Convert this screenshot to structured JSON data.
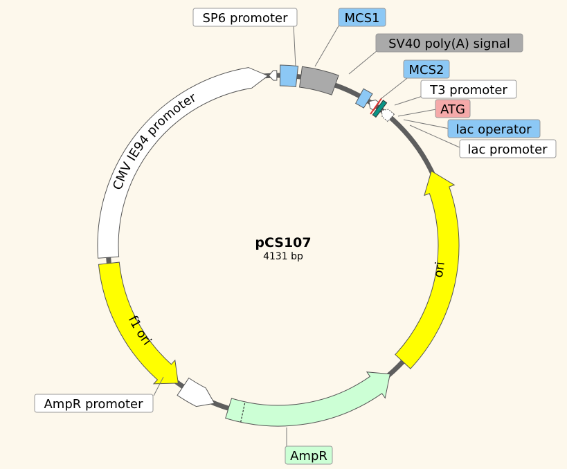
{
  "plasmid": {
    "name": "pCS107",
    "length": "4131 bp"
  },
  "features": {
    "cmv": {
      "label": "CMV IE94 promoter"
    },
    "f1ori": {
      "label": "f1 ori"
    },
    "ori": {
      "label": "ori"
    },
    "ampr": {
      "label": "AmpR"
    }
  },
  "labels": {
    "sp6": "SP6 promoter",
    "mcs1": "MCS1",
    "sv40": "SV40 poly(A) signal",
    "mcs2": "MCS2",
    "t3": "T3 promoter",
    "atg": "ATG",
    "lacop": "lac operator",
    "lacprom": "lac promoter",
    "amprprom": "AmpR promoter",
    "ampr": "AmpR"
  },
  "colors": {
    "background": "#fdf8ec",
    "backbone": "#5e5e5e",
    "promoter": "#ffffff",
    "ori": "#ffff00",
    "ampr": "#ccffd5",
    "mcs": "#8cc8f5",
    "polyA": "#aaaaaa",
    "atg": "#f5a9a9",
    "lac_operator": "#8cc8f5",
    "lac_operator_mark": "#0b9485",
    "atg_mark": "#e03030"
  }
}
